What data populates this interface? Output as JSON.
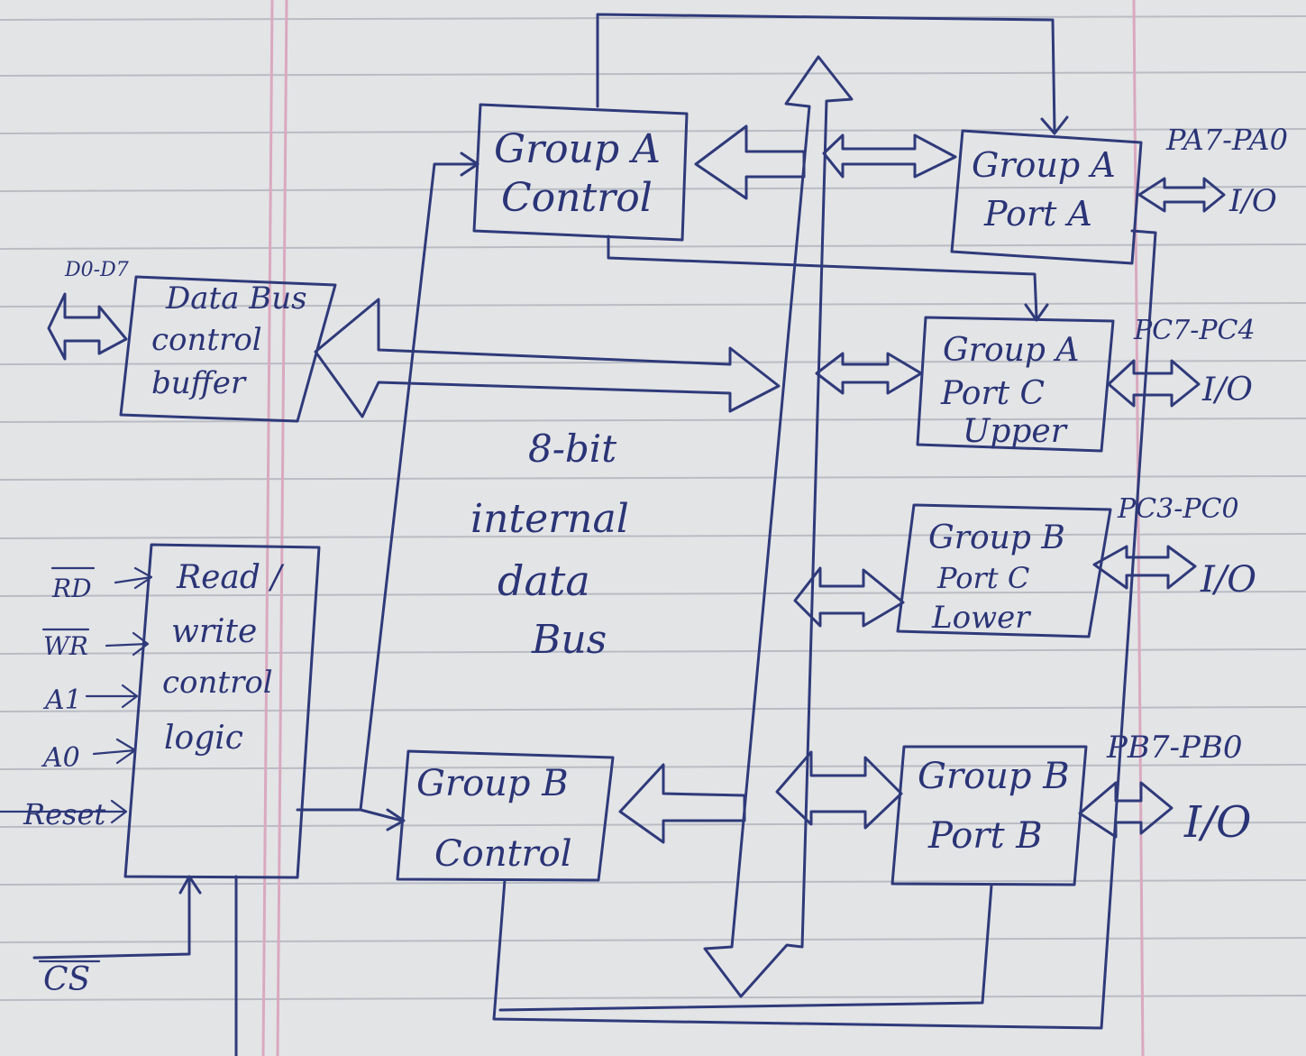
{
  "colors": {
    "paper": "#e3e4e6",
    "ruled_line": "#b9bcc4",
    "margin_line": "#d9a9bf",
    "ink": "#2f3a7a"
  },
  "blocks": {
    "group_a_control": {
      "line1": "Group A",
      "line2": "Control"
    },
    "group_a_port_a": {
      "line1": "Group A",
      "line2": "Port A"
    },
    "data_bus_buffer": {
      "line1": "Data Bus",
      "line2": "control",
      "line3": "buffer"
    },
    "group_a_port_c_upper": {
      "line1": "Group A",
      "line2": "Port C",
      "line3": "Upper"
    },
    "group_b_port_c_lower": {
      "line1": "Group B",
      "line2": "Port C",
      "line3": "Lower"
    },
    "rw_control_logic": {
      "line1": "Read /",
      "line2": "write",
      "line3": "control",
      "line4": "logic"
    },
    "group_b_control": {
      "line1": "Group B",
      "line2": "Control"
    },
    "group_b_port_b": {
      "line1": "Group B",
      "line2": "Port B"
    }
  },
  "bus_label": {
    "line1": "8-bit",
    "line2": "internal",
    "line3": "data",
    "line4": "Bus"
  },
  "pin_labels": {
    "pa": "PA7-PA0",
    "pc_upper": "PC7-PC4",
    "pc_lower": "PC3-PC0",
    "pb": "PB7-PB0",
    "io": "I/O",
    "d_bus": "D0-D7",
    "rd": "RD",
    "wr": "WR",
    "a1": "A1",
    "a0": "A0",
    "reset": "Reset",
    "cs": "CS"
  }
}
